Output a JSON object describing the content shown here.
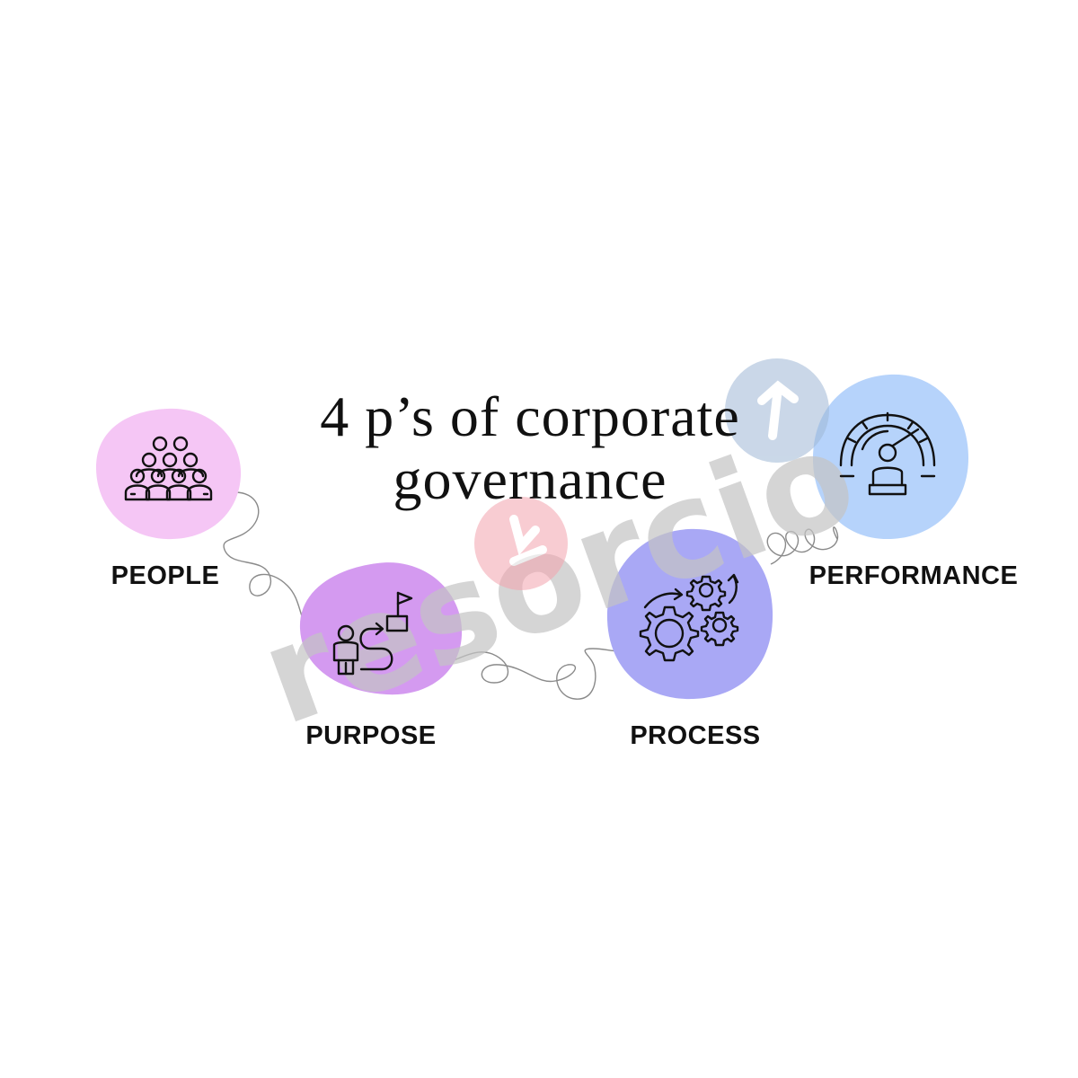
{
  "title": {
    "line1": "4 p’s of corporate",
    "line2": "governance"
  },
  "items": [
    {
      "label": "PEOPLE",
      "icon": "people-group-icon",
      "color": "#f5c6f5"
    },
    {
      "label": "PURPOSE",
      "icon": "person-path-goal-icon",
      "color": "#d49af0"
    },
    {
      "label": "PROCESS",
      "icon": "gears-process-icon",
      "color": "#a9a8f5"
    },
    {
      "label": "PERFORMANCE",
      "icon": "performance-gauge-icon",
      "color": "#b6d3fb"
    }
  ],
  "watermark": {
    "text": "resorcio",
    "colors": {
      "text": "#b9b9b9",
      "pink": "#f4a3ae",
      "blue": "#9fb8d6"
    }
  },
  "colors": {
    "connector": "#8a8a8a",
    "text": "#111111"
  }
}
